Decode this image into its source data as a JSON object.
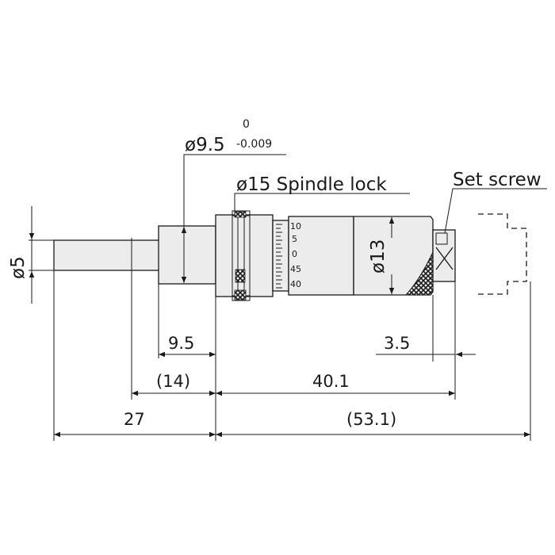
{
  "callouts": {
    "shank_diameter": "ø9.5",
    "shank_tol_upper": "0",
    "shank_tol_lower": "-0.009",
    "spindle_lock": "ø15 Spindle lock",
    "set_screw": "Set screw",
    "spindle_diameter": "ø5",
    "thimble_diameter": "ø13"
  },
  "thimble_scale": [
    "10",
    "5",
    "0",
    "45",
    "40"
  ],
  "dimensions": {
    "shank_length": "9.5",
    "shank_length_ref": "(14)",
    "stroke_length": "27",
    "body_length": "40.1",
    "total_length_ref": "(53.1)",
    "screw_offset": "3.5"
  }
}
